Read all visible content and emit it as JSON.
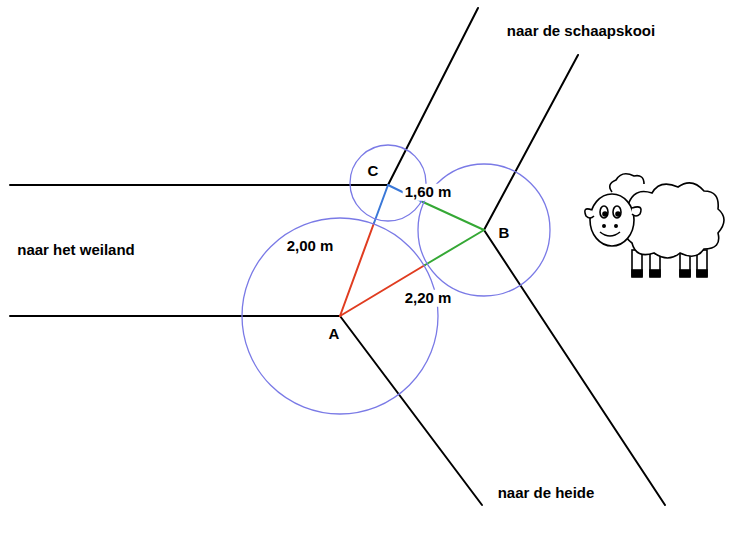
{
  "diagram": {
    "nodes": [
      {
        "text": [
          "C"
        ]
      },
      {
        "text": [
          "B"
        ]
      },
      {
        "text": [
          "A"
        ]
      }
    ],
    "labels": [
      "naar de schaapskooi",
      "naar het weiland",
      "naar de heide",
      "1,60 m",
      "2,00 m",
      "2,20 m"
    ]
  }
}
